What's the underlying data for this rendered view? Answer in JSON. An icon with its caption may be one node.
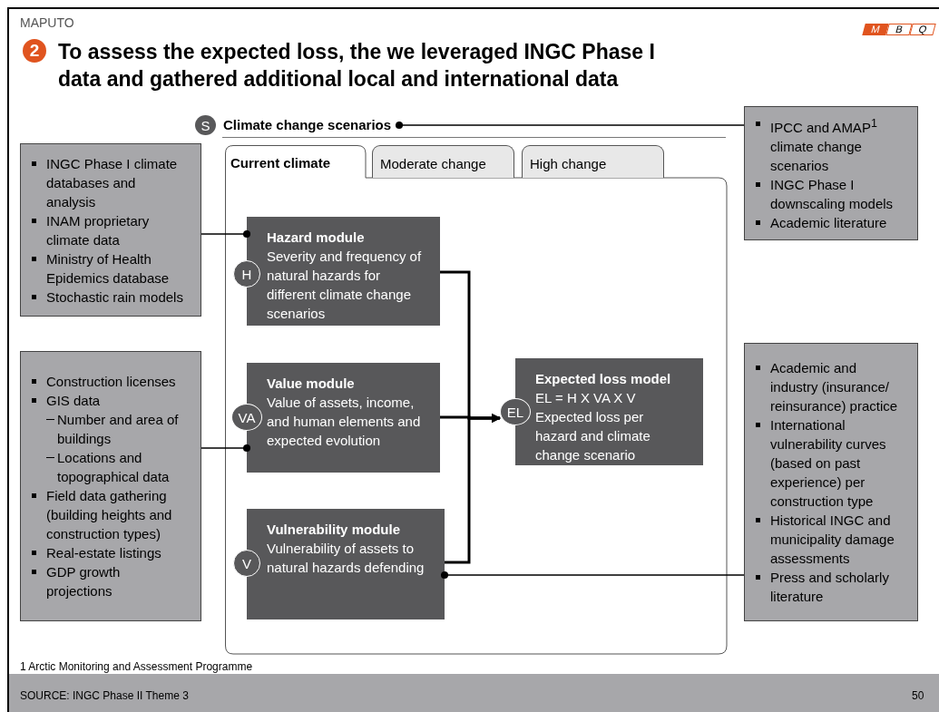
{
  "diagram": {
    "title": "To assess the expected loss, the we leveraged INGC Phase I data and gathered additional local and international data",
    "nodes": [
      {
        "text": [
          "INGC Phase I climate databases and analysis",
          "INAM proprietary climate data",
          "Ministry of Health Epidemics database",
          "Stochastic rain models"
        ]
      },
      {
        "text": [
          "Construction licenses",
          "GIS data",
          "Number and area of buildings",
          "Locations and topographical data",
          "Field data gathering (building heights and construction types)",
          "Real-estate listings",
          "GDP growth projections"
        ]
      },
      {
        "text": [
          "IPCC and AMAP$^{1}$ climate change scenarios",
          "INGC Phase I downscaling models",
          "Academic literature"
        ]
      },
      {
        "text": [
          "Academic and industry (insurance/ reinsurance) practice",
          "International vulnerability curves (based on past experience) per construction type",
          "Historical INGC and municipality damage assessments",
          "Press and scholarly literature"
        ]
      },
      {
        "text": [
          "Climate change  scenarios"
        ],
        "beside": [
          "S"
        ]
      },
      {
        "text": [
          "Current climate"
        ]
      },
      {
        "text": [
          "Moderate change"
        ]
      },
      {
        "text": [
          "High change"
        ]
      },
      {
        "text": [
          "Hazard module",
          "Severity and frequency of natural hazards for different climate change scenarios"
        ],
        "in": 5,
        "beside": [
          "H"
        ]
      },
      {
        "text": [
          "Value module",
          "Value of assets, income, and human elements and expected evolution"
        ],
        "in": 5,
        "beside": [
          "VA"
        ]
      },
      {
        "text": [
          "Vulnerability module",
          "Vulnerability of assets to natural hazards defending"
        ],
        "in": 5,
        "beside": [
          "V"
        ]
      },
      {
        "text": [
          "EL",
          "Expected loss model",
          "EL = H X VA X V",
          "Expected loss per hazard and climate change scenario"
        ],
        "in": 5
      }
    ],
    "edges": [
      {
        "from": 0,
        "to": 8,
        "arrow": "other"
      },
      {
        "from": 1,
        "to": 9,
        "arrow": "other"
      },
      {
        "from": 2,
        "to": 4,
        "arrow": "other"
      },
      {
        "from": 3,
        "to": 10,
        "arrow": "other"
      },
      {
        "from": 8,
        "to": 11,
        "arrow": "to",
        "style": "thick"
      },
      {
        "from": 9,
        "to": 11,
        "arrow": "to",
        "style": "thick"
      },
      {
        "from": 10,
        "to": 11,
        "arrow": "to",
        "style": "thick"
      }
    ],
    "labels": [
      "MAPUTO",
      "M",
      "B",
      "Q",
      "2",
      "1 Arctic Monitoring and Assessment Programme",
      "SOURCE: INGC Phase II Theme 3",
      "50"
    ]
  }
}
